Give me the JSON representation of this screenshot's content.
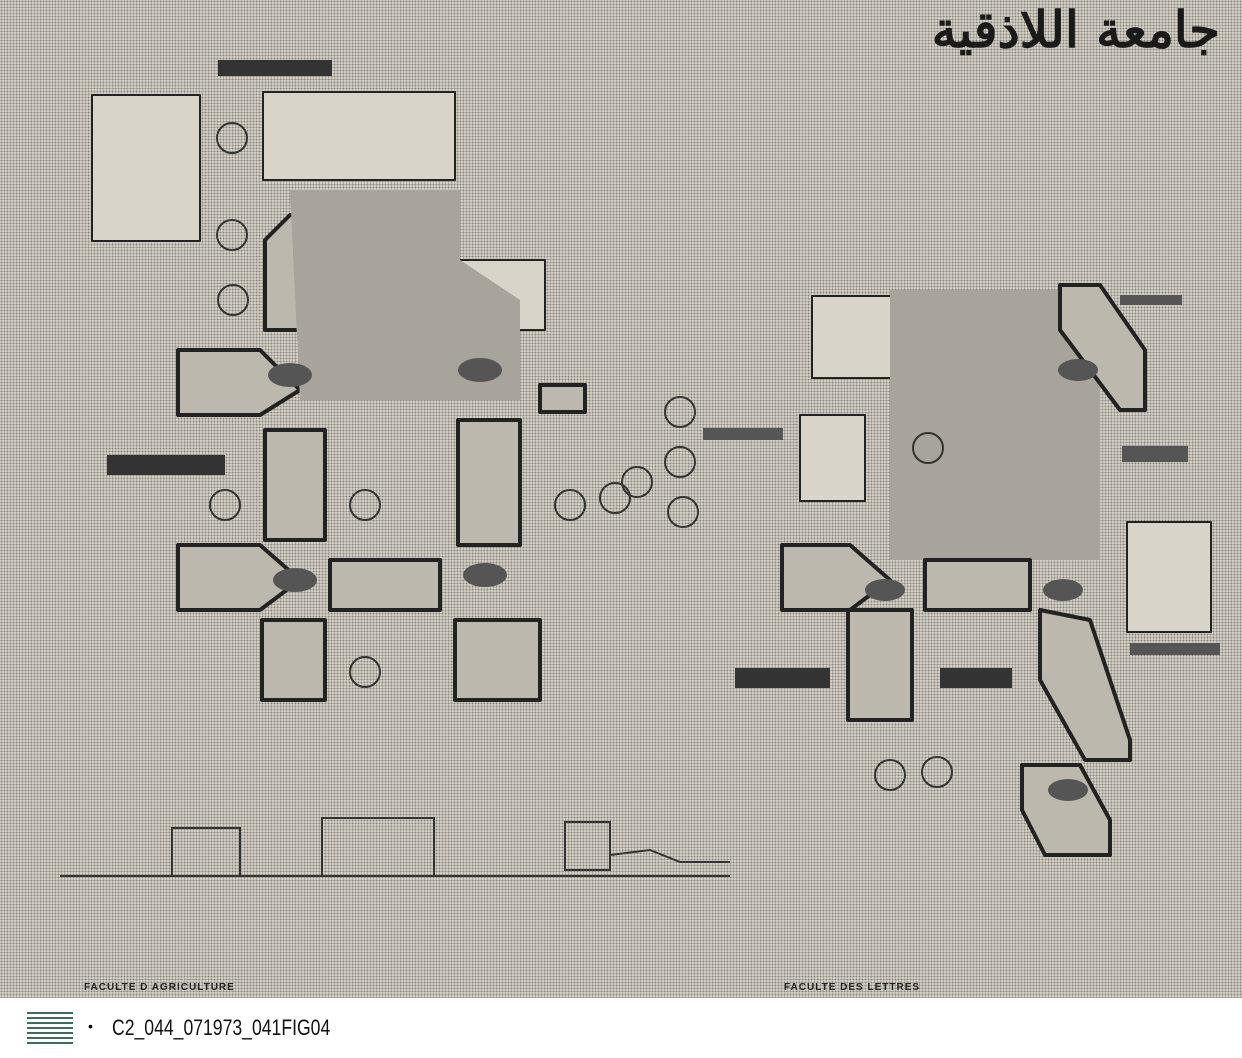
{
  "title_arabic": "جامعة اللاذقية",
  "labels": {
    "left_faculty": "FACULTE  D AGRICULTURE",
    "right_faculty": "FACULTE  DES  LETTRES"
  },
  "footer": {
    "icon": "archive-logo-icon",
    "bullet": "•",
    "code": "C2_044_071973_041FIG04"
  }
}
